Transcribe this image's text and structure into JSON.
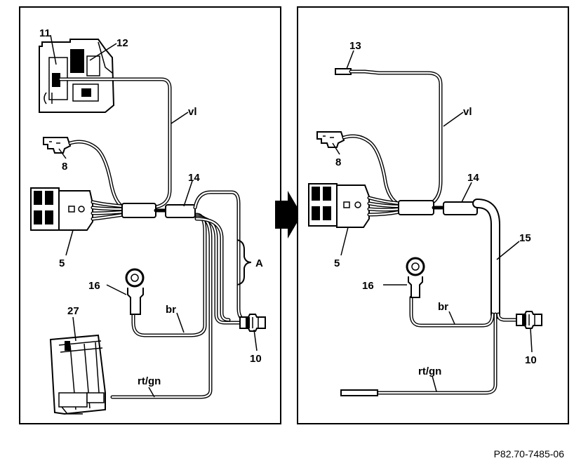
{
  "reference_code": "P82.70-7485-06",
  "left_panel": {
    "labels": {
      "l11": "11",
      "l12": "12",
      "vl": "vl",
      "l8": "8",
      "l14": "14",
      "l5": "5",
      "A": "A",
      "l16": "16",
      "br": "br",
      "l27": "27",
      "rtgn": "rt/gn",
      "l10": "10"
    }
  },
  "right_panel": {
    "labels": {
      "l13": "13",
      "vl": "vl",
      "l8": "8",
      "l14": "14",
      "l15": "15",
      "l5": "5",
      "l16": "16",
      "br": "br",
      "rtgn": "rt/gn",
      "l10": "10"
    }
  },
  "colors": {
    "ink": "#000000",
    "paper": "#ffffff"
  }
}
